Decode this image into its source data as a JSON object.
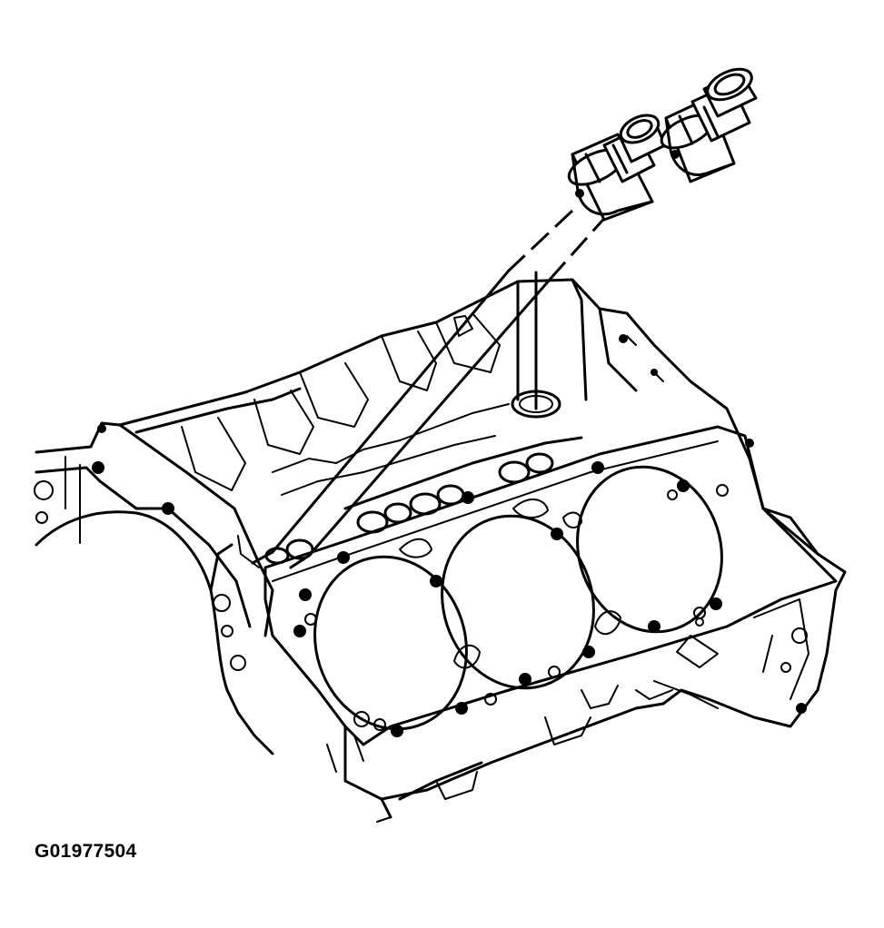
{
  "figure": {
    "code": "G01977504"
  },
  "parts": [
    {
      "name": "valve-lifter",
      "count": 2
    },
    {
      "name": "engine-block",
      "count": 1
    },
    {
      "name": "cylinder-bore",
      "count": 3
    }
  ]
}
